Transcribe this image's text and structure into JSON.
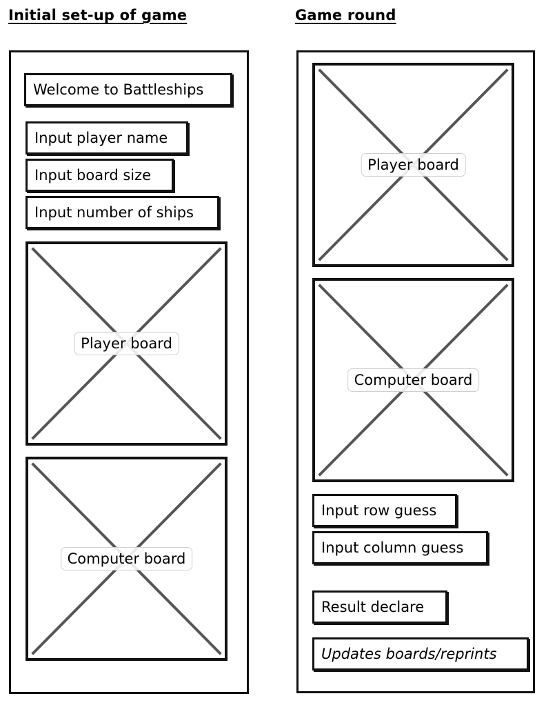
{
  "setup": {
    "heading": "Initial set-up of game",
    "welcome": "Welcome to Battleships",
    "inputs": [
      "Input player name",
      "Input board size",
      "Input number of ships"
    ],
    "player_board": "Player board",
    "computer_board": "Computer board"
  },
  "round": {
    "heading": "Game round",
    "player_board": "Player board",
    "computer_board": "Computer board",
    "row_guess": "Input row guess",
    "column_guess": "Input column guess",
    "result": "Result declare",
    "updates": "Updates boards/reprints"
  },
  "colors": {
    "stroke": "#111111",
    "cross": "#555555",
    "label_border": "#cfcfcf"
  }
}
